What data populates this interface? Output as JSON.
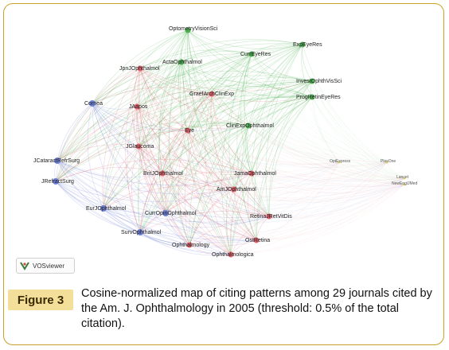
{
  "figure": {
    "tag": "Figure 3",
    "caption": "Cosine-normalized map of citing patterns among 29 journals cited by the Am. J. Ophthalmology in 2005 (threshold: 0.5% of the total citation)."
  },
  "badge": {
    "label": "VOSviewer",
    "icon": "vosviewer-logo-icon"
  },
  "colors": {
    "red": "#e0606a",
    "green": "#4caf50",
    "blue": "#6d7fd6",
    "yellow": "#e4d36b"
  },
  "nodes": [
    {
      "label": "OptometryVisionSci",
      "cluster": "green"
    },
    {
      "label": "ExpEyeRes",
      "cluster": "green"
    },
    {
      "label": "CurrEyeRes",
      "cluster": "green"
    },
    {
      "label": "ActaOphthalmol",
      "cluster": "green"
    },
    {
      "label": "JpnJOphthalmol",
      "cluster": "red"
    },
    {
      "label": "InvestOphthVisSci",
      "cluster": "green"
    },
    {
      "label": "ProgRetinEyeRes",
      "cluster": "green"
    },
    {
      "label": "GraefArchClinExp",
      "cluster": "red"
    },
    {
      "label": "Cornea",
      "cluster": "blue"
    },
    {
      "label": "JAapos",
      "cluster": "red"
    },
    {
      "label": "ClinExpOphthalmol",
      "cluster": "green"
    },
    {
      "label": "Eye",
      "cluster": "red"
    },
    {
      "label": "JGlaucoma",
      "cluster": "red"
    },
    {
      "label": "JCataractRefrSurg",
      "cluster": "blue"
    },
    {
      "label": "BritJOphthalmol",
      "cluster": "red"
    },
    {
      "label": "JamaOphthalmol",
      "cluster": "red"
    },
    {
      "label": "JRefractSurg",
      "cluster": "blue"
    },
    {
      "label": "AmJOphthalmol",
      "cluster": "red"
    },
    {
      "label": "EurJOphthalmol",
      "cluster": "blue"
    },
    {
      "label": "CurrOpinOphthalmol",
      "cluster": "blue"
    },
    {
      "label": "RetinaJRetVitDis",
      "cluster": "red"
    },
    {
      "label": "SurvOphthalmol",
      "cluster": "blue"
    },
    {
      "label": "OstRetina",
      "cluster": "red"
    },
    {
      "label": "Ophthalmology",
      "cluster": "red"
    },
    {
      "label": "Ophthalmologica",
      "cluster": "red"
    },
    {
      "label": "OptExpress",
      "cluster": "yellow"
    },
    {
      "label": "PlosOne",
      "cluster": "yellow"
    },
    {
      "label": "Lancet",
      "cluster": "yellow"
    },
    {
      "label": "NewEnglJMed",
      "cluster": "yellow"
    }
  ]
}
